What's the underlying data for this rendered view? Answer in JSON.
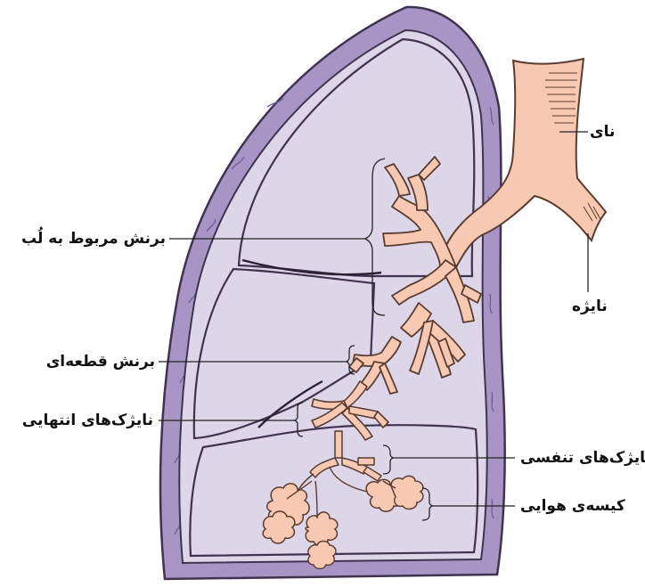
{
  "labels": {
    "trachea": "نای",
    "bronchus": "نایژه",
    "lobar_section": "برنش مربوط به لُب",
    "segmental_section": "برنش قطعه‌ای",
    "terminal_bronchioles": "نایژک‌های انتهایی",
    "respiratory_bronchioles": "نایژک‌های تنفسی",
    "alveolar_sac": "کیسه‌ی هوایی"
  },
  "colors": {
    "pleura_outer": "#a994c6",
    "pleura_outline": "#3f3350",
    "lung_interior": "#ddd6e8",
    "airway": "#f7c8b2",
    "airway_outline": "#5a3c30",
    "label_line": "#222222"
  }
}
